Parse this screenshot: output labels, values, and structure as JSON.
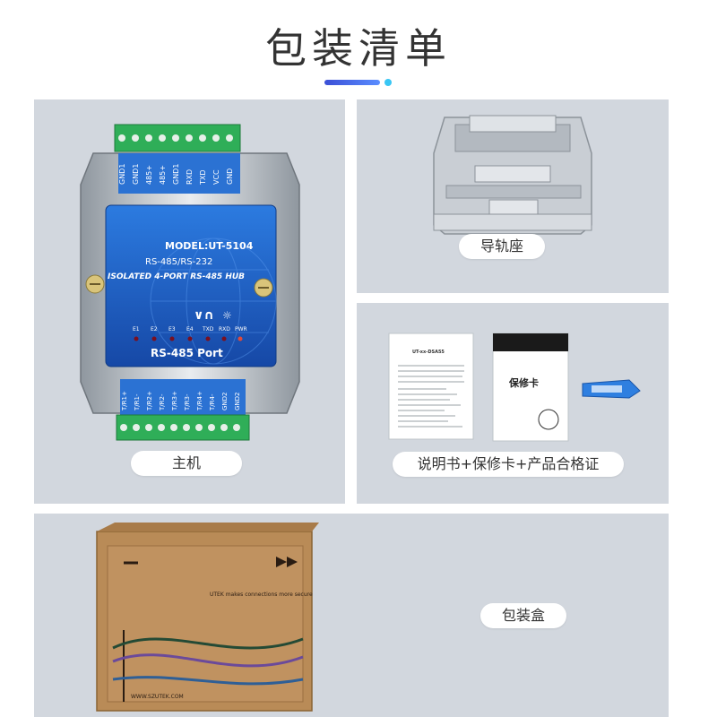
{
  "page": {
    "title": "包装清单"
  },
  "items": {
    "host": {
      "label": "主机",
      "device": {
        "model": "MODEL:UT-5104",
        "subtitle": "RS-485/RS-232",
        "name": "ISOLATED 4-PORT RS-485 HUB",
        "port_label": "RS-485 Port",
        "top_terminals": [
          "GND1",
          "GND1",
          "485+",
          "485+",
          "GND1",
          "RXD",
          "TXD",
          "VCC",
          "GND"
        ],
        "bottom_terminals": [
          "T/R1+",
          "T/R1-",
          "T/R2+",
          "T/R2-",
          "T/R3+",
          "T/R3-",
          "T/R4+",
          "T/R4-",
          "GND2",
          "GND2"
        ],
        "leds": [
          "E1",
          "E2",
          "E3",
          "E4",
          "TXD",
          "RXD",
          "PWR"
        ]
      }
    },
    "rail": {
      "label": "导轨座"
    },
    "docs": {
      "label": "说明书+保修卡+产品合格证",
      "manual_title": "UT-xx-DSA55",
      "warranty_title": "保修卡"
    },
    "box": {
      "label": "包装盒",
      "slogan": "UTEK makes connections more secure",
      "url": "WWW.SZUTEK.COM"
    }
  },
  "colors": {
    "panel_bg": "#d2d7de",
    "accent_start": "#3b4fd6",
    "accent_end": "#5a8dff",
    "accent_dot": "#39c6f4",
    "device_blue": "#1f64c8",
    "terminal_green": "#2fae58",
    "box_kraft": "#b98b57"
  }
}
